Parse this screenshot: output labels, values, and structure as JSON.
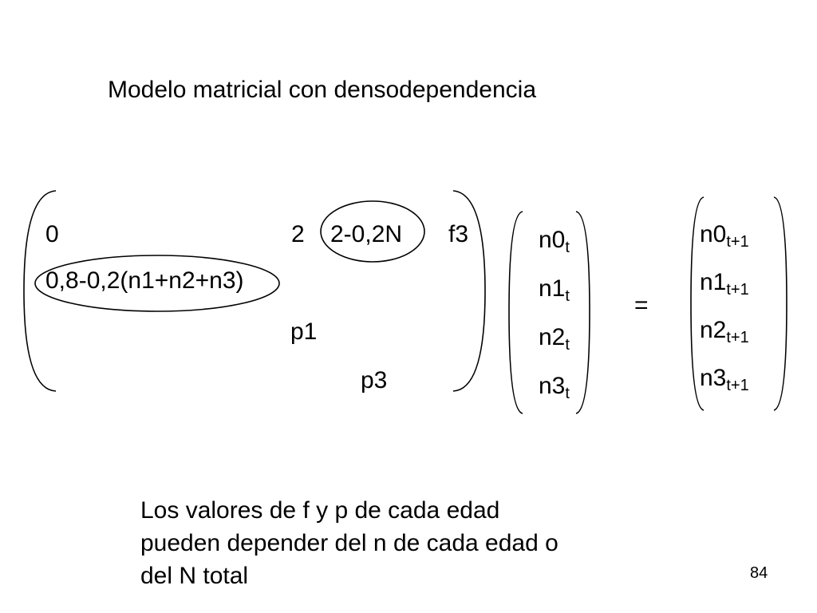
{
  "title": "Modelo matricial con densodependencia",
  "matrix": {
    "row0": {
      "c0": "0",
      "c1": "2",
      "c2": "2-0,2N",
      "c3": "f3"
    },
    "row1": {
      "c0": "0,8-0,2(n1+n2+n3)"
    },
    "row2": {
      "c1": "p1"
    },
    "row3": {
      "c2": "p3"
    }
  },
  "vector_t": [
    {
      "base": "n0",
      "sub": "t"
    },
    {
      "base": "n1",
      "sub": "t"
    },
    {
      "base": "n2",
      "sub": "t"
    },
    {
      "base": "n3",
      "sub": "t"
    }
  ],
  "equals": "=",
  "vector_t1": [
    {
      "base": "n0",
      "sub": "t+1"
    },
    {
      "base": "n1",
      "sub": "t+1"
    },
    {
      "base": "n2",
      "sub": "t+1"
    },
    {
      "base": "n3",
      "sub": "t+1"
    }
  ],
  "note": {
    "line1": "Los valores de f  y p de cada edad",
    "line2": "pueden depender del n de cada edad o",
    "line3": "del N total"
  },
  "page_number": "84"
}
